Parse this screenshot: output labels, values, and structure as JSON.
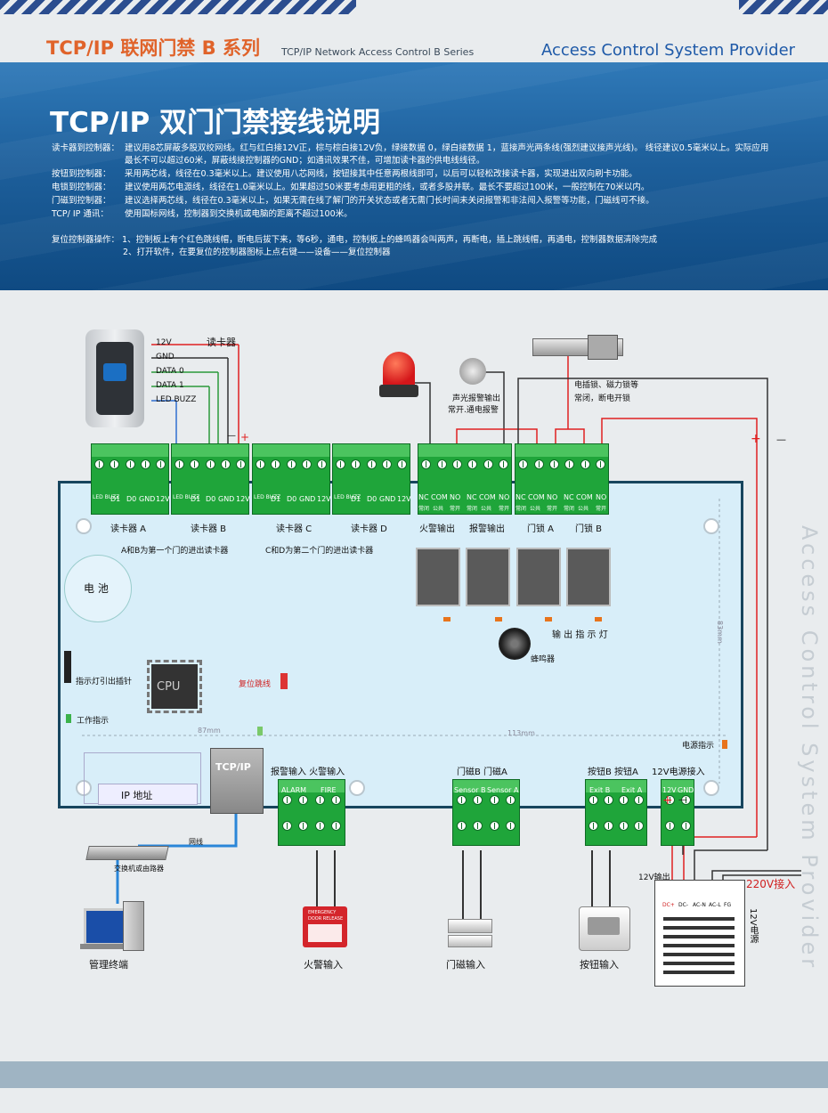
{
  "header": {
    "series_cn": "TCP/IP 联网门禁 B 系列",
    "series_en": "TCP/IP Network Access Control  B  Series",
    "provider": "Access Control System Provider",
    "vertical": "Access Control System Provider"
  },
  "banner": {
    "title": "TCP/IP 双门门禁接线说明",
    "notes": [
      {
        "key": "读卡器到控制器：",
        "text": "建议用8芯屏蔽多股双绞网线。红与红白接12V正，棕与棕白接12V负，绿接数据 0，绿白接数据 1，蓝接声光两条线(强烈建议接声光线)。  线径建议0.5毫米以上。实际应用"
      },
      {
        "key": "",
        "text": "最长不可以超过60米，屏蔽线接控制器的GND；如通讯效果不佳，可增加读卡器的供电线线径。"
      },
      {
        "key": "按钮到控制器：",
        "text": "采用两芯线，线径在0.3毫米以上。建议使用八芯网线，按钮接其中任意两根线即可，以后可以轻松改接读卡器，实现进出双向刷卡功能。"
      },
      {
        "key": "电锁到控制器：",
        "text": "建议使用两芯电源线，线径在1.0毫米以上。如果超过50米要考虑用更粗的线，或者多股并联。最长不要超过100米，一般控制在70米以内。"
      },
      {
        "key": "门磁到控制器：",
        "text": "建议选择两芯线，线径在0.3毫米以上，如果无需在线了解门的开关状态或者无需门长时间未关闭报警和非法闯入报警等功能，门磁线可不接。"
      },
      {
        "key": "TCP/ IP 通讯：",
        "text": "使用国标网线，控制器到交换机或电脑的距离不超过100米。"
      }
    ],
    "reset_title": "复位控制器操作：",
    "reset_steps": [
      "1、控制板上有个红色跳线帽，断电后拔下来，等6秒，通电，控制板上的蜂鸣器会叫两声，再断电，插上跳线帽，再通电，控制器数据清除完成",
      "2、打开软件，在要复位的控制器图标上点右键——设备——复位控制器"
    ]
  },
  "diagram": {
    "reader_label": "读卡器",
    "reader_wires": [
      "12V",
      "GND",
      "DATA 0",
      "DATA 1",
      "LED BUZZ"
    ],
    "alarm_label_1": "声光报警输出",
    "alarm_label_2": "常开.通电报警",
    "lock_label_1": "电插锁、磁力锁等",
    "lock_label_2": "常闭，断电开锁",
    "plus": "+",
    "minus": "—",
    "reader_pins": [
      "LED BUZZ",
      "D1",
      "D0",
      "GND",
      "12V"
    ],
    "relay_pins": [
      "NC",
      "COM",
      "NO"
    ],
    "relay_sub": [
      "常闭",
      "公共",
      "常开"
    ],
    "port_labels": [
      "读卡器 A",
      "读卡器 B",
      "读卡器 C",
      "读卡器 D",
      "火警输出",
      "报警输出",
      "门锁 A",
      "门锁 B"
    ],
    "note_ab": "A和B为第一个门的进出读卡器",
    "note_cd": "C和D为第二个门的进出读卡器",
    "battery": "电 池",
    "output_led": "输 出 指 示 灯",
    "buzzer": "蜂鸣器",
    "dim_83": "83mm",
    "indicator_pin": "指示灯引出插针",
    "cpu": "CPU",
    "reset_jumper": "复位跳线",
    "work_led": "工作指示",
    "dim_87": "87mm",
    "dim_113": "113mm",
    "power_led": "电源指示",
    "tcpip": "TCP/IP",
    "ip_label": "IP 地址",
    "alarm_in_label": "报警输入  火警输入",
    "alarm_pins": [
      "ALARM",
      "FIRE"
    ],
    "sensor_label": "门磁B  门磁A",
    "sensor_pins": [
      "Sensor B",
      "Sensor A"
    ],
    "button_label": "按钮B  按钮A",
    "button_pins": [
      "Exit B",
      "Exit A"
    ],
    "power_in_label": "12V电源接入",
    "power_pins": [
      "12V",
      "GND"
    ],
    "net_cable": "网线",
    "switch_label": "交换机或由路器",
    "terminal": "管理终端",
    "fire_in": "火警输入",
    "fire_box_1": "EMERGENCY",
    "fire_box_2": "DOOR RELEASE",
    "sensor_in": "门磁输入",
    "button_in": "按钮输入",
    "out_12v": "12V输出",
    "ac_in": "220V接入",
    "psu": "12V电源",
    "psu_terms": [
      "DC+",
      "DC-",
      "AC-N",
      "AC-L",
      "FG"
    ]
  }
}
